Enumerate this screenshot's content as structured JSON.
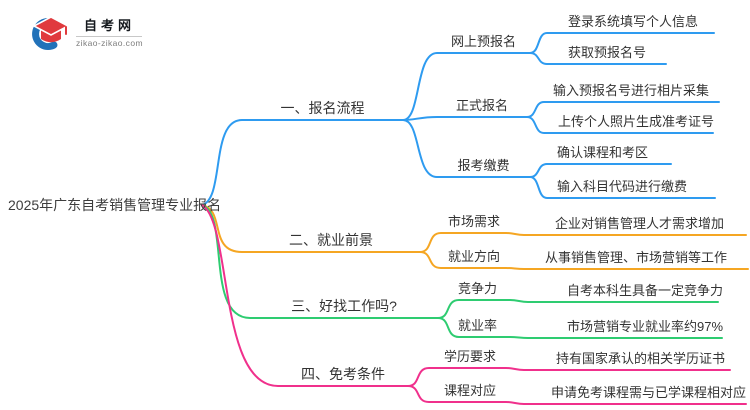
{
  "logo": {
    "title": "自考网",
    "domain": "zikao-zikao.com"
  },
  "root": {
    "label": "2025年广东自考销售管理专业报名"
  },
  "colors": {
    "blue": "#2e9bf0",
    "orange": "#f5a623",
    "green": "#2ecc71",
    "pink": "#f0308c"
  },
  "branches": [
    {
      "label": "一、报名流程",
      "color": "#2e9bf0",
      "children": [
        {
          "label": "网上预报名",
          "leaves": [
            "登录系统填写个人信息",
            "获取预报名号"
          ]
        },
        {
          "label": "正式报名",
          "leaves": [
            "输入预报名号进行相片采集",
            "上传个人照片生成准考证号"
          ]
        },
        {
          "label": "报考缴费",
          "leaves": [
            "确认课程和考区",
            "输入科目代码进行缴费"
          ]
        }
      ]
    },
    {
      "label": "二、就业前景",
      "color": "#f5a623",
      "children": [
        {
          "label": "市场需求",
          "leaves": [
            "企业对销售管理人才需求增加"
          ]
        },
        {
          "label": "就业方向",
          "leaves": [
            "从事销售管理、市场营销等工作"
          ]
        }
      ]
    },
    {
      "label": "三、好找工作吗?",
      "color": "#2ecc71",
      "children": [
        {
          "label": "竞争力",
          "leaves": [
            "自考本科生具备一定竞争力"
          ]
        },
        {
          "label": "就业率",
          "leaves": [
            "市场营销专业就业率约97%"
          ]
        }
      ]
    },
    {
      "label": "四、免考条件",
      "color": "#f0308c",
      "children": [
        {
          "label": "学历要求",
          "leaves": [
            "持有国家承认的相关学历证书"
          ]
        },
        {
          "label": "课程对应",
          "leaves": [
            "申请免考课程需与已学课程相对应"
          ]
        }
      ]
    }
  ]
}
